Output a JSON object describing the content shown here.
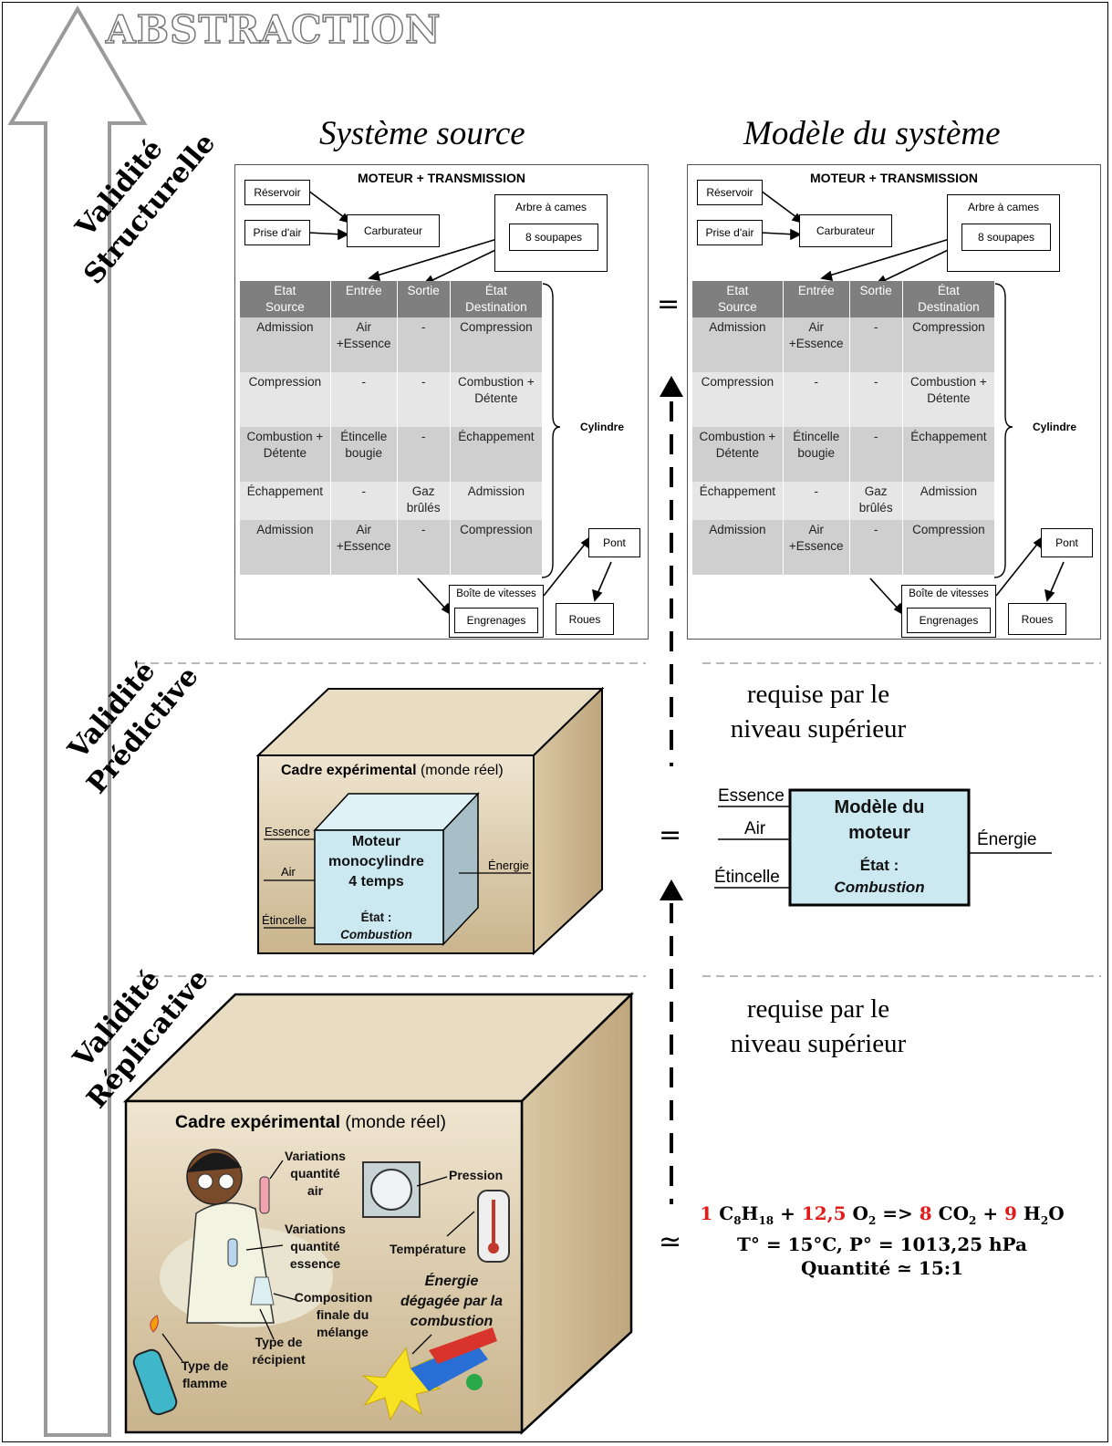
{
  "abstraction_label": "ABSTRACTION",
  "validity": {
    "structural": [
      "Validité",
      "Structurelle"
    ],
    "predictive": [
      "Validité",
      "Prédictive"
    ],
    "replicative": [
      "Validité",
      "Réplicative"
    ]
  },
  "columns": {
    "left": "Système source",
    "right": "Modèle du système"
  },
  "structure_panel": {
    "title": "MOTEUR + TRANSMISSION",
    "reservoir": "Réservoir",
    "prise_air": "Prise d'air",
    "carburateur": "Carburateur",
    "arbre": "Arbre à cames",
    "soupapes": "8 soupapes",
    "headers": [
      [
        "Etat",
        "Source"
      ],
      [
        "Entrée"
      ],
      [
        "Sortie"
      ],
      [
        "État",
        "Destination"
      ]
    ],
    "rows": [
      [
        [
          "Admission"
        ],
        [
          "Air",
          "+Essence"
        ],
        [
          "-"
        ],
        [
          "Compression"
        ]
      ],
      [
        [
          "Compression"
        ],
        [
          "-"
        ],
        [
          "-"
        ],
        [
          "Combustion +",
          "Détente"
        ]
      ],
      [
        [
          "Combustion +",
          "Détente"
        ],
        [
          "Étincelle",
          "bougie"
        ],
        [
          "-"
        ],
        [
          "Échappement"
        ]
      ],
      [
        [
          "Échappement"
        ],
        [
          "-"
        ],
        [
          "Gaz",
          "brûlés"
        ],
        [
          "Admission"
        ]
      ],
      [
        [
          "Admission"
        ],
        [
          "Air",
          "+Essence"
        ],
        [
          "-"
        ],
        [
          "Compression"
        ]
      ]
    ],
    "cylindre": "Cylindre",
    "pont": "Pont",
    "boite": "Boîte de vitesses",
    "engrenages": "Engrenages",
    "roues": "Roues"
  },
  "symbols": {
    "equal": "=",
    "approx": "≃"
  },
  "required_text": [
    "requise par le",
    "niveau supérieur"
  ],
  "predictive_box": {
    "frame_title": "Cadre expérimental",
    "frame_note": "(monde réel)",
    "essence": "Essence",
    "air": "Air",
    "etincelle": "Étincelle",
    "energie": "Énergie",
    "engine": [
      "Moteur",
      "monocylindre",
      "4  temps"
    ],
    "state_label": "État :",
    "state_value": "Combustion"
  },
  "model_box": {
    "essence": "Essence",
    "air": "Air",
    "etincelle": "Étincelle",
    "energie": "Énergie",
    "title": [
      "Modèle du",
      "moteur"
    ],
    "state_label": "État :",
    "state_value": "Combustion"
  },
  "replicative_box": {
    "frame_title": "Cadre expérimental",
    "frame_note": "(monde réel)",
    "var_air": [
      "Variations",
      "quantité",
      "air"
    ],
    "var_essence": [
      "Variations",
      "quantité",
      "essence"
    ],
    "pression": "Pression",
    "temperature": "Température",
    "composition": [
      "Composition",
      "finale du",
      "mélange"
    ],
    "recipient": [
      "Type de",
      "récipient"
    ],
    "flamme": [
      "Type de",
      "flamme"
    ],
    "energie": [
      "Énergie",
      "dégagée par la",
      "combustion"
    ]
  },
  "equation": {
    "c1": "1",
    "c2": "12,5",
    "c3": "8",
    "c4": "9",
    "line2": "T° = 15°C, P° = 1013,25 hPa",
    "line3": "Quantité ≃ 15:1"
  },
  "colors": {
    "red": "#e31b1b",
    "box_blue": "#cce9f2",
    "box_beige": "#e6d8bc",
    "table_header": "#7f7f7f"
  }
}
